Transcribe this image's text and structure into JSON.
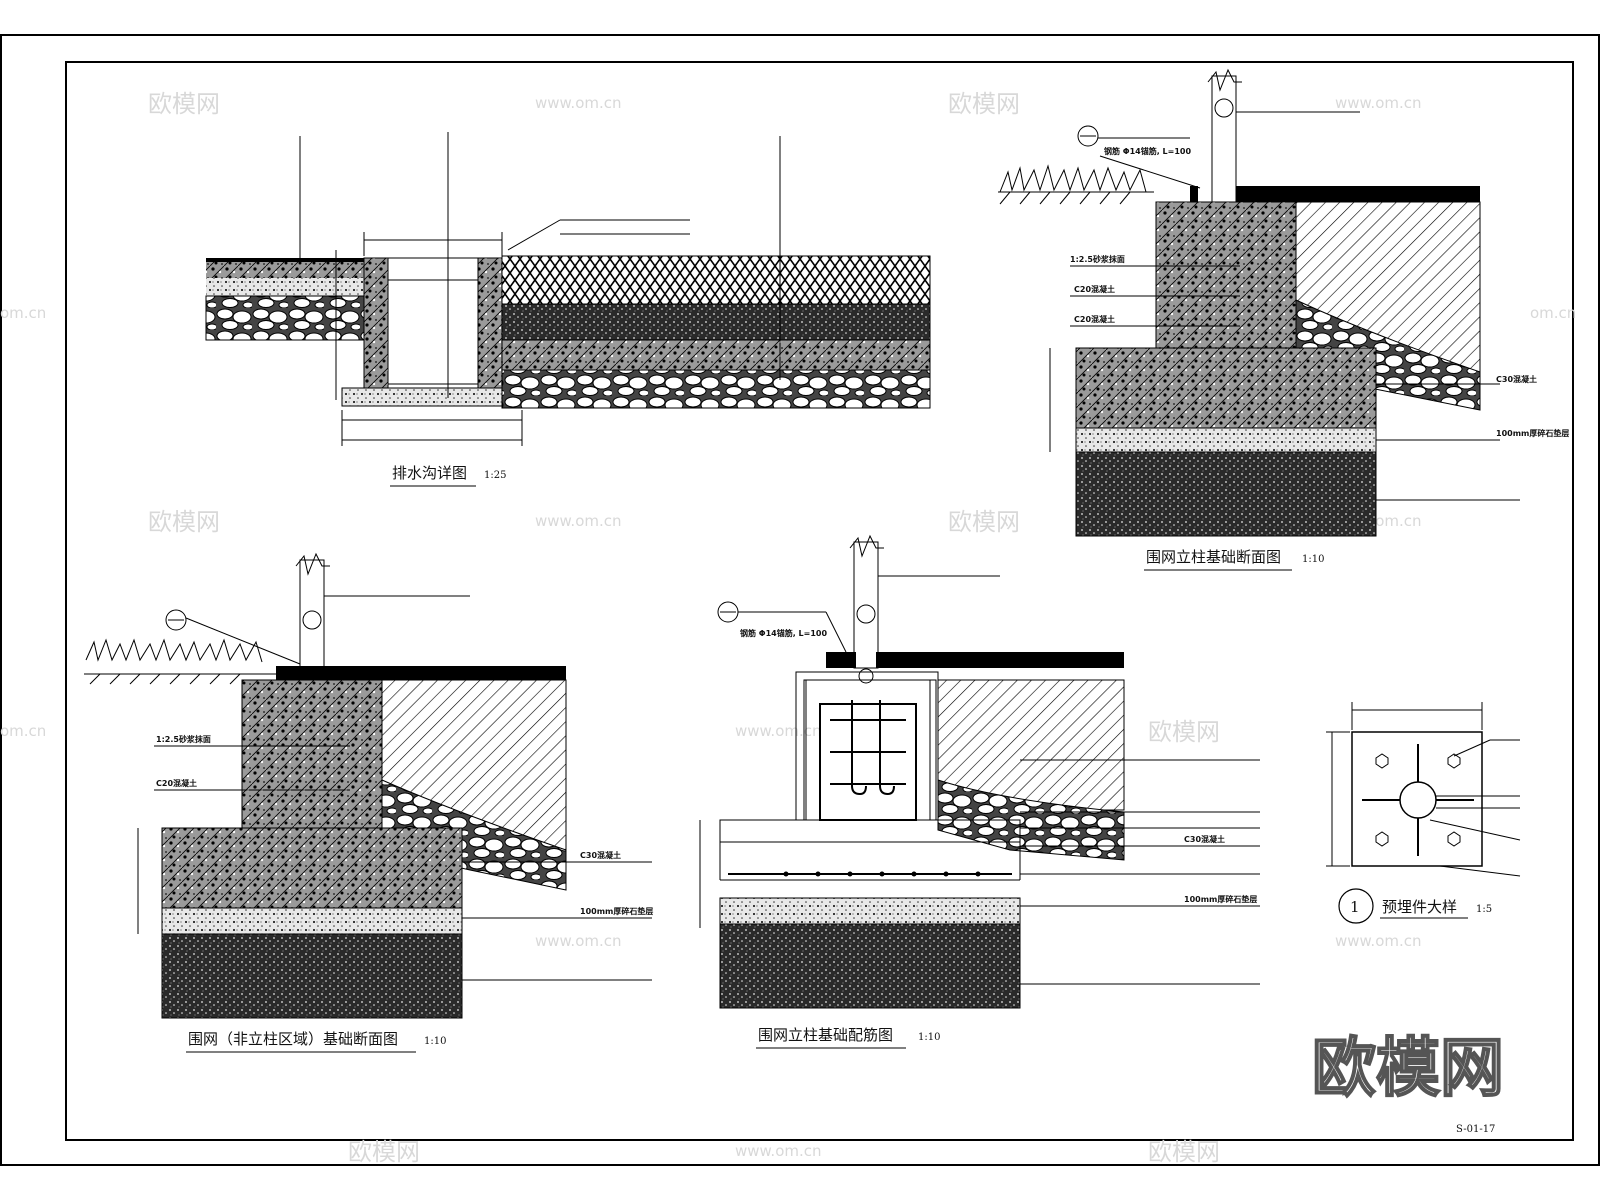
{
  "sheet": {
    "code": "S-01-17"
  },
  "titles": {
    "drain": {
      "name": "排水沟详图",
      "scale": "1:25"
    },
    "post": {
      "name": "围网立柱基础断面图",
      "scale": "1:10"
    },
    "nonpost": {
      "name": "围网（非立柱区域）基础断面图",
      "scale": "1:10"
    },
    "rebar": {
      "name": "围网立柱基础配筋图",
      "scale": "1:10"
    },
    "embed": {
      "num": "1",
      "name": "预埋件大样",
      "scale": "1:5"
    }
  },
  "labels": {
    "mortar": "1:2.5砂浆抹面",
    "c20": "C20混凝土",
    "c20b": "C20混凝土",
    "c30": "C30混凝土",
    "bar": "钢筋 Φ14锚筋, L=100",
    "gravel": "100mm厚碎石垫层",
    "reinforce": "C20混凝土"
  },
  "watermark": {
    "brand": "欧模网",
    "site": "www.om.cn",
    "short": "om.cn"
  },
  "colors": {
    "ink": "#000000",
    "watermark": "#d8d8d8",
    "paper": "#ffffff"
  }
}
